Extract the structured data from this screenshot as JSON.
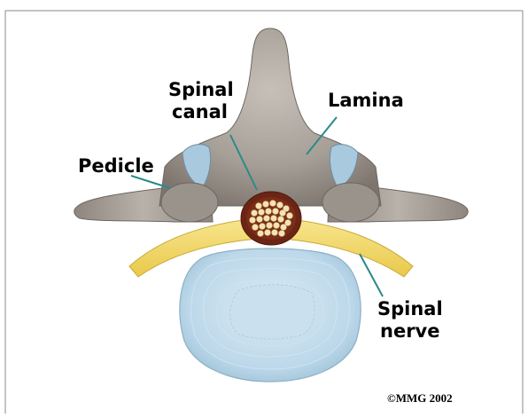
{
  "labels": {
    "spinal_canal_line1": "Spinal",
    "spinal_canal_line2": "canal",
    "lamina": "Lamina",
    "pedicle": "Pedicle",
    "spinal_nerve_line1": "Spinal",
    "spinal_nerve_line2": "nerve"
  },
  "copyright": "©MMG 2002",
  "colors": {
    "bone": "#a69f97",
    "bone_dark": "#7d756d",
    "facet": "#a9c9df",
    "nerve": "#f4dc6c",
    "disc": "#bcd8ea",
    "cord_outline": "#6b2514",
    "cord_fill": "#f4e4b4",
    "leader_line": "#2a8a8a"
  }
}
